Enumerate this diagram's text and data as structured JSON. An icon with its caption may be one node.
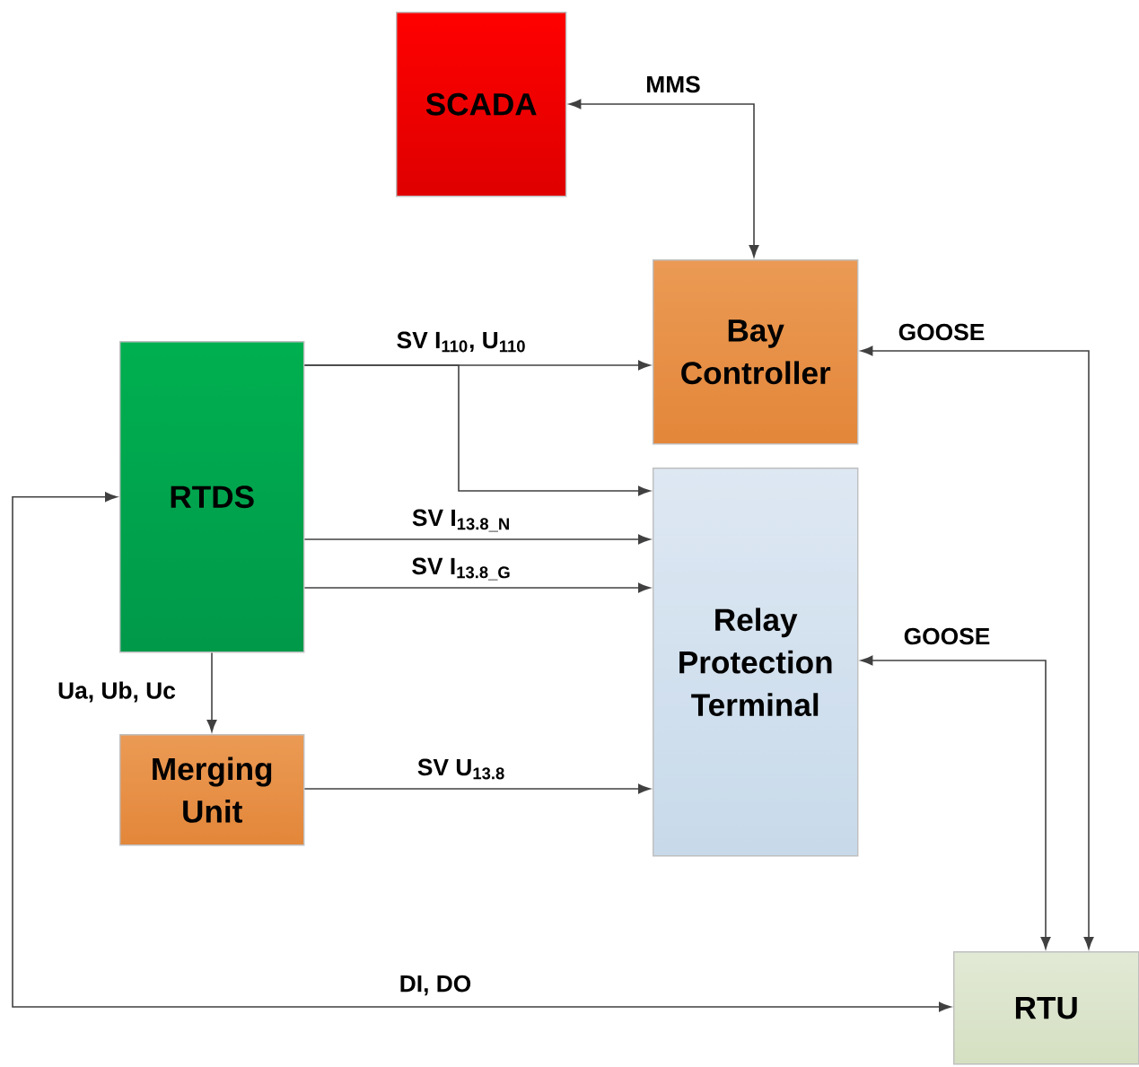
{
  "diagram": {
    "nodes": [
      {
        "text": [
          "SCADA"
        ]
      },
      {
        "text": [
          "Bay Controller"
        ]
      },
      {
        "text": [
          "RTDS"
        ]
      },
      {
        "text": [
          "Relay Protection Terminal"
        ]
      },
      {
        "text": [
          "Merging Unit"
        ]
      },
      {
        "text": [
          "RTU"
        ]
      }
    ],
    "edges": [
      {
        "from": 0,
        "to": 1,
        "arrow": "both",
        "label": "MMS"
      },
      {
        "from": 2,
        "to": 1,
        "arrow": "to",
        "label": "SV I$_{110}$, U$_{110}$"
      },
      {
        "from": 2,
        "to": 3,
        "arrow": "to"
      },
      {
        "from": 2,
        "to": 3,
        "arrow": "to",
        "label": "SV I$_{13.8_N}$"
      },
      {
        "from": 2,
        "to": 3,
        "arrow": "to",
        "label": "SV I$_{13.8_G}$"
      },
      {
        "from": 2,
        "to": 4,
        "arrow": "to",
        "label": "Ua, Ub, Uc"
      },
      {
        "from": 4,
        "to": 3,
        "arrow": "to",
        "label": "SV U$_{13.8}$"
      },
      {
        "from": 5,
        "to": 1,
        "arrow": "both",
        "label": "GOOSE"
      },
      {
        "from": 5,
        "to": 3,
        "arrow": "both",
        "label": "GOOSE"
      },
      {
        "from": 2,
        "to": 5,
        "arrow": "both",
        "label": "DI, DO"
      }
    ]
  }
}
